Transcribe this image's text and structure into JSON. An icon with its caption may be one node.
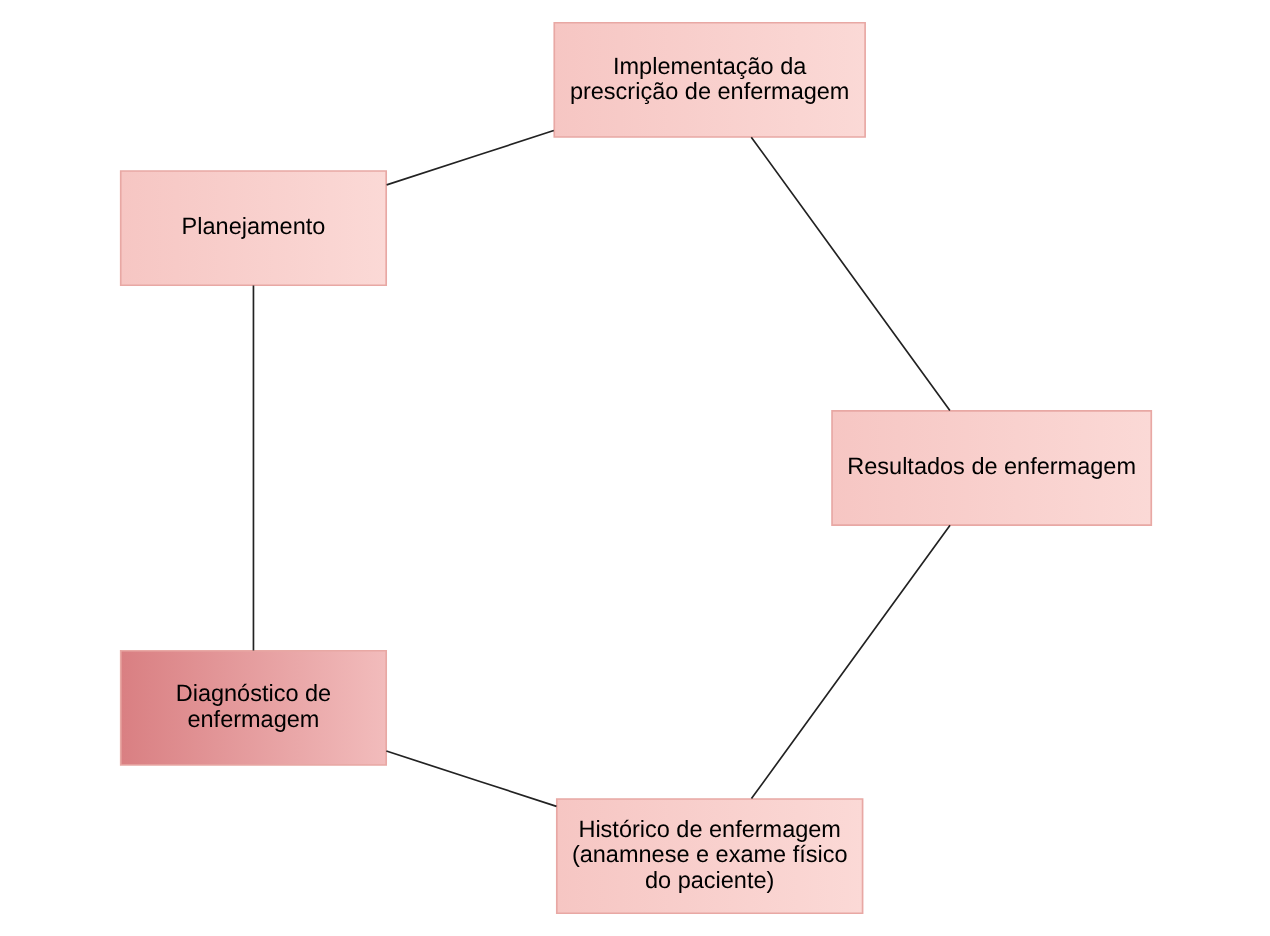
{
  "diagram": {
    "nodes": [
      {
        "text": [
          "Histórico de enfermagem (anamnese e exame físico do paciente)"
        ]
      },
      {
        "text": [
          "Diagnóstico de enfermagem"
        ]
      },
      {
        "text": [
          "Planejamento"
        ]
      },
      {
        "text": [
          "Implementação da prescrição de enfermagem"
        ]
      },
      {
        "text": [
          "Resultados de enfermagem"
        ]
      }
    ],
    "edges": [
      {
        "from": 0,
        "to": 1,
        "arrow": "none"
      },
      {
        "from": 1,
        "to": 2,
        "arrow": "none"
      },
      {
        "from": 2,
        "to": 3,
        "arrow": "none"
      },
      {
        "from": 3,
        "to": 4,
        "arrow": "none"
      },
      {
        "from": 4,
        "to": 0,
        "arrow": "none"
      }
    ]
  }
}
